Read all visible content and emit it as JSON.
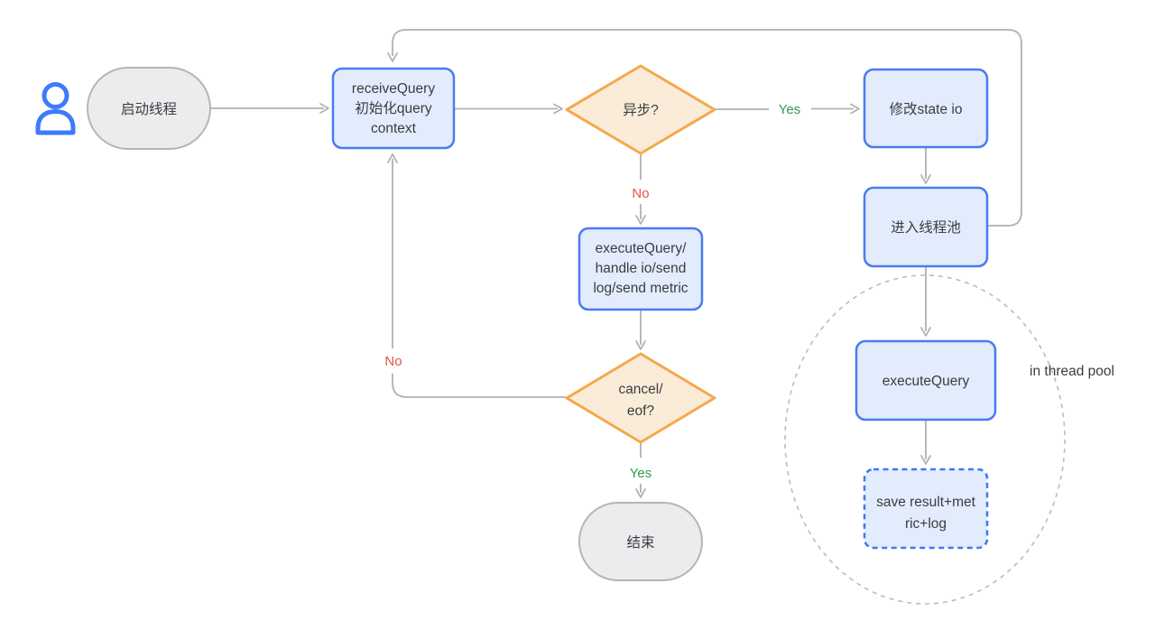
{
  "palette": {
    "node_border_blue": "#4a7bf0",
    "node_fill_blue": "#e3ecfc",
    "dashed_border_blue": "#3c79f5",
    "diamond_border_orange": "#f6a84b",
    "diamond_fill_peach": "#faecd9",
    "terminal_fill_gray": "#ececee",
    "terminal_border_gray": "#b5b5b8",
    "edge_gray": "#b1b1b4",
    "yes_green": "#2f9e4f",
    "no_red": "#e25549",
    "text_dark": "#3c3c40",
    "person_icon_blue": "#3d7bfd"
  },
  "nodes": {
    "start": {
      "label": "启动线程"
    },
    "receive": {
      "lines": [
        "receiveQuery",
        "初始化query",
        "context"
      ]
    },
    "async_decision": {
      "label": "异步?"
    },
    "modify_state": {
      "label": "修改state io"
    },
    "enter_pool": {
      "label": "进入线程池"
    },
    "execute_main": {
      "lines": [
        "executeQuery/",
        "handle io/send",
        "log/send metric"
      ]
    },
    "cancel_decision": {
      "lines": [
        "cancel/",
        "eof?"
      ]
    },
    "end": {
      "label": "结束"
    },
    "execute_pool": {
      "label": "executeQuery"
    },
    "save_result": {
      "lines": [
        "save result+met",
        "ric+log"
      ]
    }
  },
  "edge_labels": {
    "async_yes": "Yes",
    "async_no": "No",
    "cancel_no": "No",
    "cancel_yes": "Yes"
  },
  "annotations": {
    "thread_pool": "in thread pool"
  }
}
